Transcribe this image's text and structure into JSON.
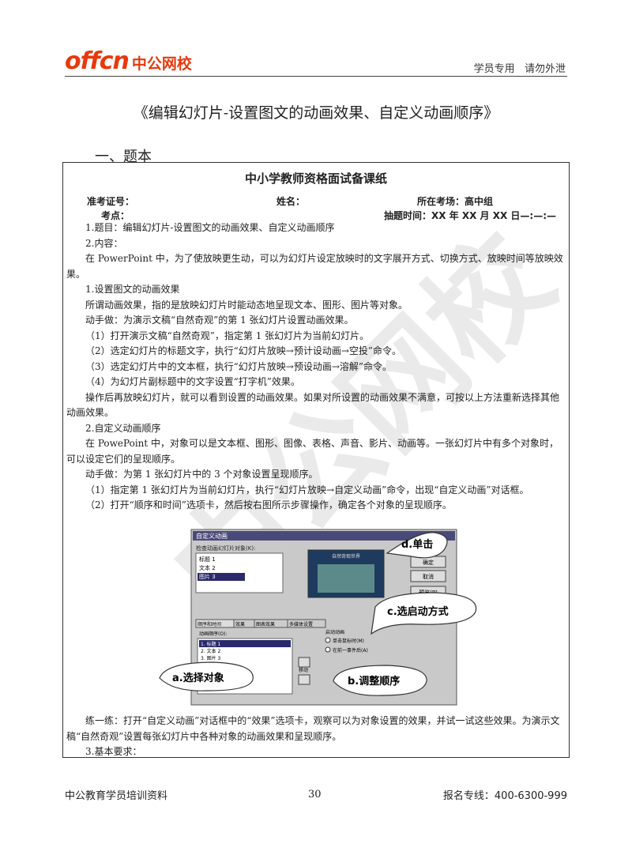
{
  "header": {
    "logo_brand": "offcn",
    "logo_cn": "中公网校",
    "right_text": "学员专用   请勿外泄"
  },
  "doc_title": "《编辑幻灯片-设置图文的动画效果、自定义动画顺序》",
  "section_heading": "一、题本",
  "form": {
    "title": "中小学教师资格面试备课纸",
    "exam_no_label": "准考证号：",
    "name_label": "姓名：",
    "site_label": "所在考场：高中组",
    "topic_label": "考点：",
    "time_label": "抽题时间：XX 年 XX 月 XX 日—:—:—"
  },
  "paragraphs": [
    "1.题目：编辑幻灯片-设置图文的动画效果、自定义动画顺序",
    "2.内容：",
    "在 PowerPoint 中，为了使放映更生动，可以为幻灯片设定放映时的文字展开方式、切换方式、放映时间等放映效果。",
    "1.设置图文的动画效果",
    "所谓动画效果，指的是放映幻灯片时能动态地呈现文本、图形、图片等对象。",
    "动手做：为演示文稿“自然奇观”的第 1 张幻灯片设置动画效果。",
    "（1）打开演示文稿“自然奇观”，指定第 1 张幻灯片为当前幻灯片。",
    "（2）选定幻灯片的标题文字，执行“幻灯片放映→预计设动画→空投”命令。",
    "（3）选定幻灯片中的文本框，执行“幻灯片放映→预设动画→溶解”命令。",
    "（4）为幻灯片副标题中的文字设置“打字机”效果。",
    "操作后再放映幻灯片，就可以看到设置的动画效果。如果对所设置的动画效果不满意，可按以上方法重新选择其他动画效果。",
    "2.自定义动画顺序",
    "在 PowePoint 中，对象可以是文本框、图形、图像、表格、声音、影片、动画等。一张幻灯片中有多个对象时，可以设定它们的呈现顺序。",
    "动手做：为第 1 张幻灯片中的 3 个对象设置呈现顺序。",
    "（1）指定第 1 张幻灯片为当前幻灯片，执行“幻灯片放映→自定义动画”命令，出现“自定义动画”对话框。",
    "（2）打开“顺序和时间”选项卡，然后按右图所示步骤操作，确定各个对象的呈现顺序。"
  ],
  "after_paragraphs": [
    "练一练：打开“自定义动画”对话框中的“效果”选项卡，观察可以为对象设置的效果，并试一试这些效果。为演示文稿“自然奇观”设置每张幻灯片中各种对象的动画效果和呈现顺序。",
    "3.基本要求："
  ],
  "screenshot": {
    "dialog_title": "自定义动画",
    "list_label": "检查动画幻灯片对象(K):",
    "list_items": [
      "标题 1",
      "文本 2",
      "图片 3"
    ],
    "slide_caption": "自然奇观世界",
    "tabs": [
      "顺序和时间",
      "效果",
      "图表效果",
      "多媒体设置"
    ],
    "order_label": "动画顺序(O):",
    "order_items": [
      "1. 标题 1",
      "2. 文本 2",
      "3. 图片 3"
    ],
    "start_label": "启动动画",
    "radio1": "单击鼠标时(M)",
    "radio2": "在前一事件后(A)",
    "move_label": "移动",
    "buttons": [
      "确定",
      "取消",
      "预览(P)"
    ],
    "callout_d": "d.单击",
    "callout_c": "c.选启动方式",
    "callout_a": "a.选择对象",
    "callout_b": "b.调整顺序"
  },
  "watermark_text": "中公网校",
  "footer": {
    "left": "中公教育学员培训资料",
    "page": "30",
    "right": "报名专线：400-6300-999"
  }
}
